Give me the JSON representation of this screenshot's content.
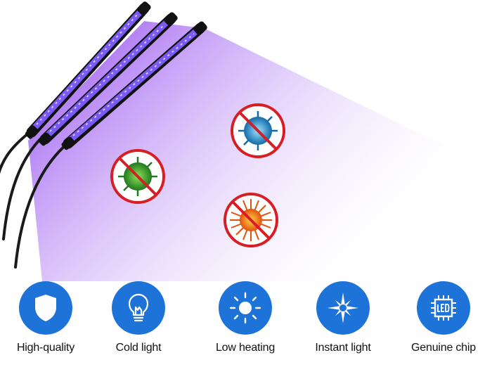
{
  "colors": {
    "uv_purple": "#8a3cf0",
    "badge_blue": "#1e73d8",
    "prohibit_red": "#d81e25",
    "label_text": "#111111"
  },
  "lamp": {
    "tube_count": 3
  },
  "microbes": [
    {
      "name": "green-virus",
      "color": "#2e9a2e"
    },
    {
      "name": "blue-virus",
      "color": "#1a8fd0"
    },
    {
      "name": "orange-virus",
      "color": "#f08a12"
    }
  ],
  "features": [
    {
      "label": "High-quality",
      "icon": "shield-icon"
    },
    {
      "label": "Cold light",
      "icon": "lightbulb-icon"
    },
    {
      "label": "Low heating",
      "icon": "sun-icon"
    },
    {
      "label": "Instant light",
      "icon": "starburst-icon"
    },
    {
      "label": "Genuine chip",
      "icon": "led-chip-icon"
    }
  ]
}
